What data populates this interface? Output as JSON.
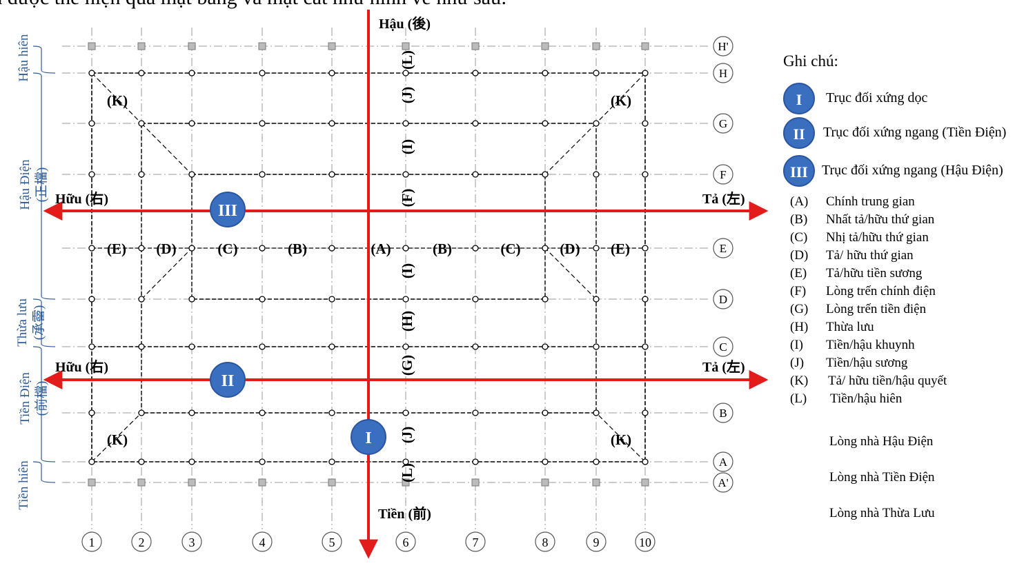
{
  "header": {
    "cut_text": "a được thể hiện qua mặt bằng và mặt cắt như hình vẽ như sau:"
  },
  "axes_labels": {
    "top": "Hậu (後)",
    "bottom": "Tiền (前)",
    "left": "Hữu (右)",
    "right": "Tả (左)"
  },
  "column_labels": [
    "1",
    "2",
    "3",
    "4",
    "5",
    "6",
    "7",
    "8",
    "9",
    "10"
  ],
  "row_labels": [
    "H'",
    "H",
    "G",
    "F",
    "E",
    "D",
    "C",
    "B",
    "A",
    "A'"
  ],
  "bay_labels": {
    "left": [
      "(E)",
      "(D)",
      "(C)",
      "(B)"
    ],
    "center": "(A)",
    "right": [
      "(B)",
      "(C)",
      "(D)",
      "(E)"
    ]
  },
  "vertical_labels": [
    "(L)",
    "(J)",
    "(I)",
    "(F)",
    "(I)",
    "(H)",
    "(G)",
    "(J)",
    "(L)"
  ],
  "corner_labels": [
    "(K)",
    "(K)",
    "(K)",
    "(K)"
  ],
  "symmetry_markers": {
    "long": "I",
    "front": "II",
    "back": "III"
  },
  "left_zones": [
    {
      "name": "Hậu hiên",
      "sub": ""
    },
    {
      "name": "Hậu Điện",
      "sub": "(正檔)"
    },
    {
      "name": "Thừa lưu",
      "sub": "(承霤)"
    },
    {
      "name": "Tiền Điện",
      "sub": "(前檔)"
    },
    {
      "name": "Tiền hiên",
      "sub": ""
    }
  ],
  "legend": {
    "title": "Ghi chú:",
    "symbols": [
      {
        "mark": "I",
        "label": "Trục đối xứng dọc"
      },
      {
        "mark": "II",
        "label": "Trục đối xứng ngang (Tiền Điện)"
      },
      {
        "mark": "III",
        "label": "Trục đối xứng ngang (Hậu Điện)"
      }
    ],
    "notes": [
      {
        "code": "(A)",
        "desc": "Chính trung gian"
      },
      {
        "code": "(B)",
        "desc": "Nhất tả/hữu thứ gian"
      },
      {
        "code": "(C)",
        "desc": "Nhị tả/hữu thứ gian"
      },
      {
        "code": "(D)",
        "desc": "Tả/ hữu thứ gian"
      },
      {
        "code": "(E)",
        "desc": "Tả/hữu tiền sương"
      },
      {
        "code": "(F)",
        "desc": "Lòng trến chính điện"
      },
      {
        "code": "(G)",
        "desc": "Lòng trến tiền điện"
      },
      {
        "code": "(H)",
        "desc": "Thừa lưu"
      },
      {
        "code": "(I)",
        "desc": "Tiền/hậu khuynh"
      },
      {
        "code": "(J)",
        "desc": "Tiền/hậu sương"
      },
      {
        "code": "(K)",
        "desc": "Tả/ hữu tiền/hậu quyết"
      },
      {
        "code": "(L)",
        "desc": "Tiền/hậu hiên"
      }
    ],
    "shades": [
      "Lòng nhà Hậu Điện",
      "Lòng nhà Tiền Điện",
      "Lòng nhà Thừa Lưu"
    ]
  },
  "colors": {
    "axis_red": "#e21b1b",
    "marker_blue": "#3a6fbf",
    "zone_blue": "#2f5c9a"
  }
}
